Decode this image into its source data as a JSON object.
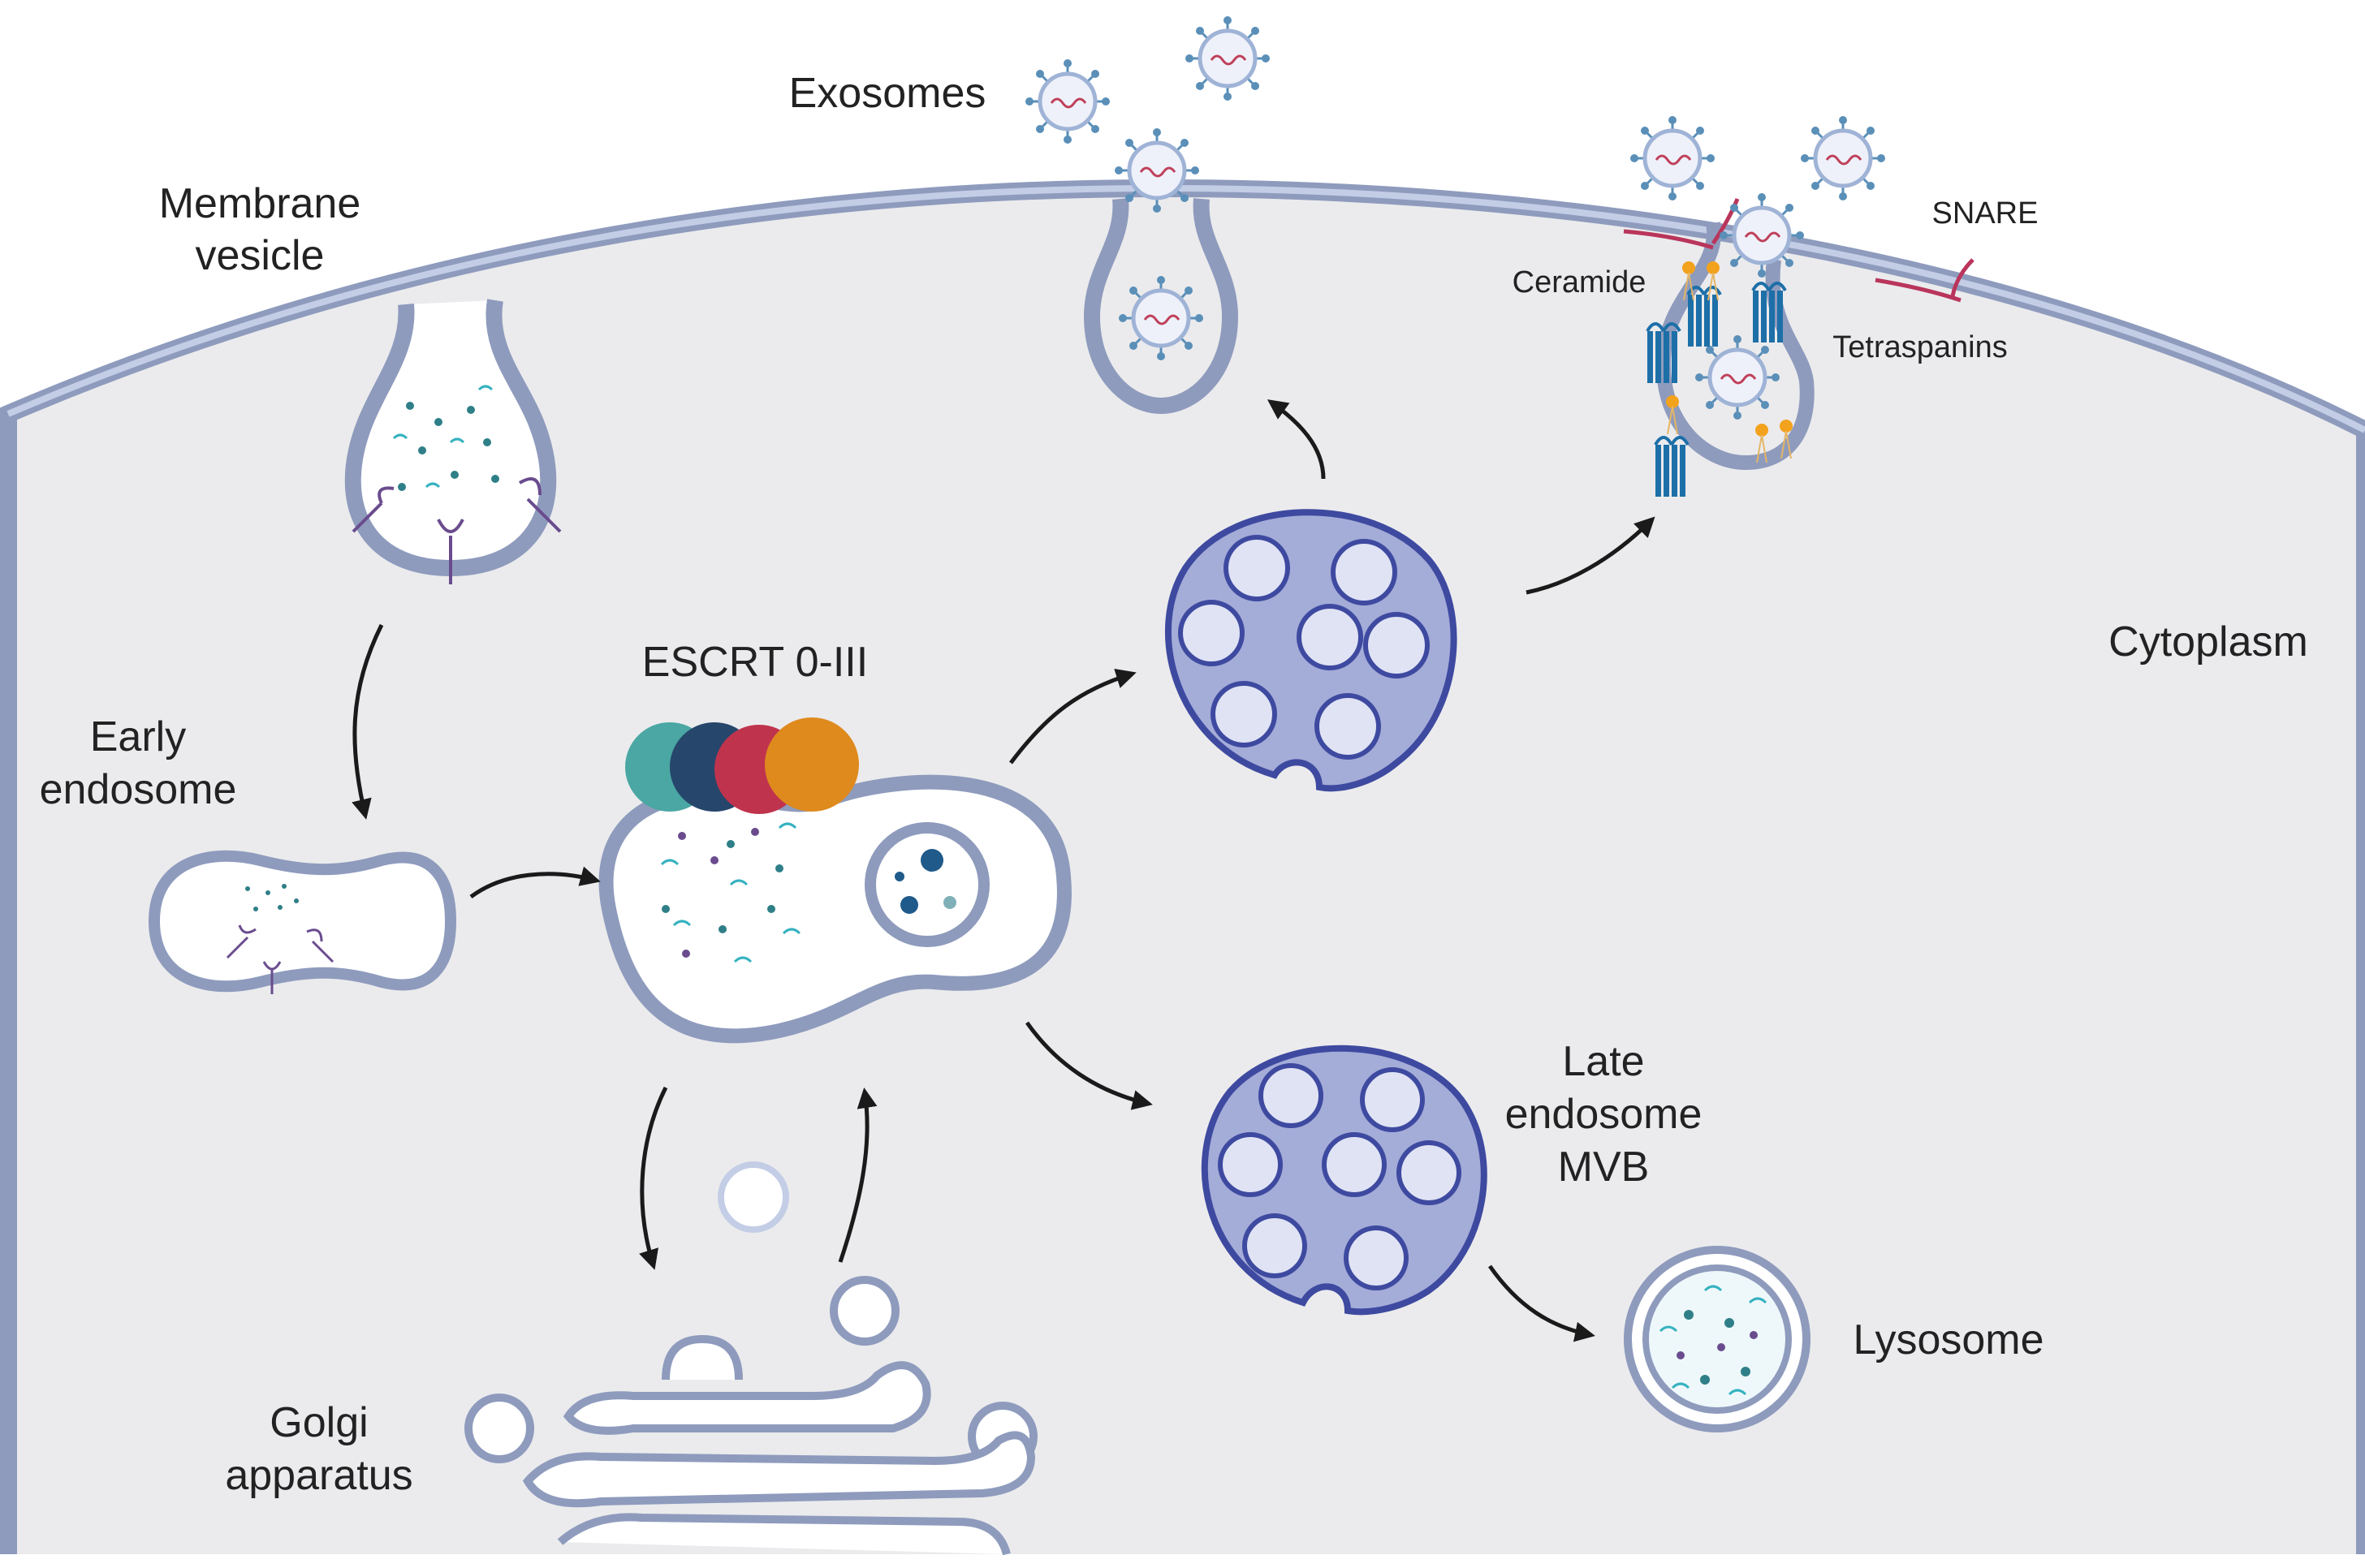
{
  "labels": {
    "exosomes": "Exosomes",
    "membrane_vesicle": [
      "Membrane",
      "vesicle"
    ],
    "escrt": "ESCRT 0-III",
    "early_endosome": [
      "Early",
      "endosome"
    ],
    "cytoplasm": "Cytoplasm",
    "snare": "SNARE",
    "ceramide": "Ceramide",
    "tetraspanins": "Tetraspanins",
    "late_endosome": [
      "Late",
      "endosome",
      "MVB"
    ],
    "lysosome": "Lysosome",
    "golgi": [
      "Golgi",
      "apparatus"
    ]
  },
  "colors": {
    "cell_fill": "#ebebed",
    "membrane": "#8e9bbd",
    "membrane_light": "#c3cde6",
    "mvb_fill": "#a4acd8",
    "mvb_stroke": "#3e4aa0",
    "ilv_fill": "#e0e3f4",
    "tetraspanin": "#1d6fa8",
    "ceramide": "#f3a21d",
    "snare": "#b9355b",
    "escrt_teal": "#4aa7a3",
    "escrt_navy": "#27466b",
    "escrt_red": "#c0334d",
    "escrt_orange": "#de8a1d",
    "arrow": "#1a1a1a"
  }
}
